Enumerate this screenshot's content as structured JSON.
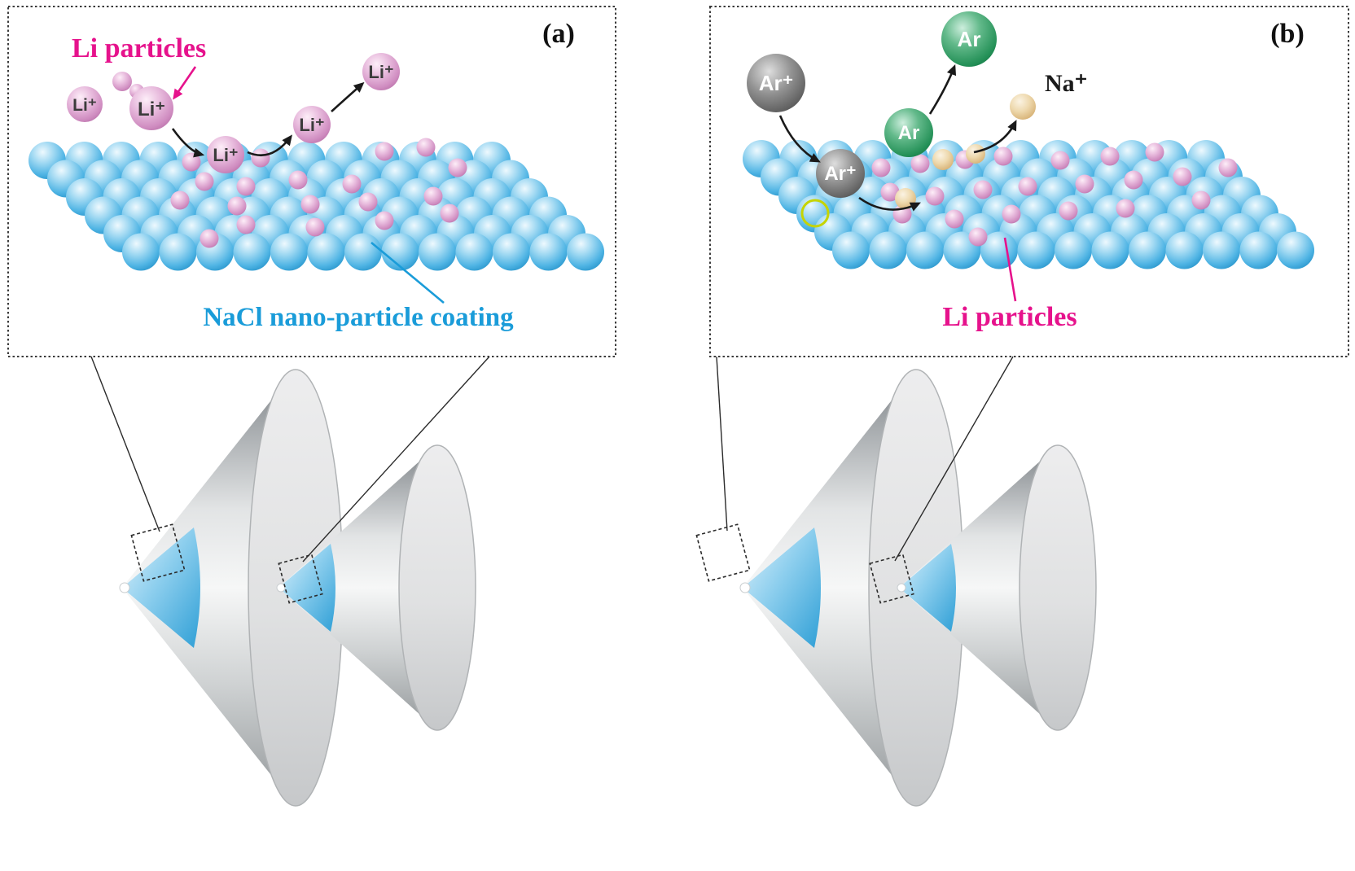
{
  "figure": {
    "panel_a": {
      "label": "(a)",
      "li_particles_label": "Li particles",
      "nacl_caption": "NaCl nano-particle coating"
    },
    "panel_b": {
      "label": "(b)",
      "na_label": "Na⁺",
      "li_particles_label": "Li particles"
    },
    "ions": {
      "li": "Li⁺",
      "ar_ion": "Ar⁺",
      "ar_atom": "Ar"
    },
    "colors": {
      "label_magenta": "#e6128c",
      "label_blue": "#1a9cd9",
      "nacl_sphere_blue": "#3fa8dc",
      "li_particle_pink": "#cf8cc0",
      "argon_ion_gray": "#5f5f5f",
      "argon_atom_green": "#1f9356",
      "sodium_tan": "#d9b67c",
      "cone_coating_blue": "#2f9fd6",
      "highlight_ring_yellow": "#c6d400"
    }
  }
}
